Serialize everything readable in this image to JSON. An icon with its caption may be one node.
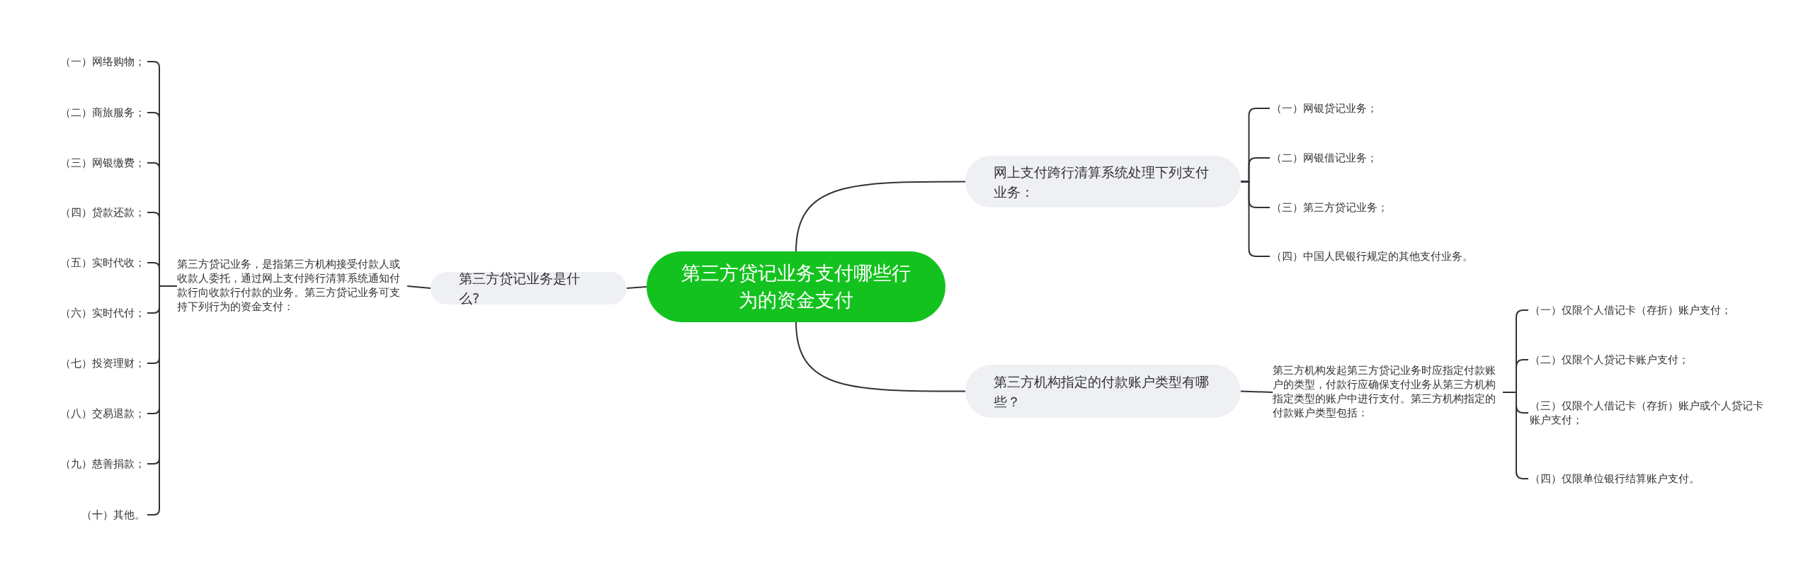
{
  "diagram": {
    "nodes": [
      {
        "text": [
          "第三方贷记业务支付哪些行为的资金支付"
        ]
      },
      {
        "text": [
          "第三方贷记业务是什么?"
        ]
      },
      {
        "text": [
          "第三方贷记业务，是指第三方机构接受付款人或收款人委托，通过网上支付跨行清算系统通知付款行向收款行付款的业务。第三方贷记业务可支持下列行为的资金支付："
        ]
      },
      {
        "text": [
          "（一）网络购物；"
        ]
      },
      {
        "text": [
          "（二）商旅服务；"
        ]
      },
      {
        "text": [
          "（三）网银缴费；"
        ]
      },
      {
        "text": [
          "（四）贷款还款；"
        ]
      },
      {
        "text": [
          "（五）实时代收；"
        ]
      },
      {
        "text": [
          "（六）实时代付；"
        ]
      },
      {
        "text": [
          "（七）投资理财；"
        ]
      },
      {
        "text": [
          "（八）交易退款；"
        ]
      },
      {
        "text": [
          "（九）慈善捐款；"
        ]
      },
      {
        "text": [
          "（十）其他。"
        ]
      },
      {
        "text": [
          "网上支付跨行清算系统处理下列支付业务："
        ]
      },
      {
        "text": [
          "（一）网银贷记业务；"
        ]
      },
      {
        "text": [
          "（二）网银借记业务；"
        ]
      },
      {
        "text": [
          "（三）第三方贷记业务；"
        ]
      },
      {
        "text": [
          "（四）中国人民银行规定的其他支付业务。"
        ]
      },
      {
        "text": [
          "第三方机构指定的付款账户类型有哪些？"
        ]
      },
      {
        "text": [
          "第三方机构发起第三方贷记业务时应指定付款账户的类型，付款行应确保支付业务从第三方机构指定类型的账户中进行支付。第三方机构指定的付款账户类型包括："
        ]
      },
      {
        "text": [
          "（一）仅限个人借记卡（存折）账户支付；"
        ]
      },
      {
        "text": [
          "（二）仅限个人贷记卡账户支付；"
        ]
      },
      {
        "text": [
          "（三）仅限个人借记卡（存折）账户或个人贷记卡账户支付；"
        ]
      },
      {
        "text": [
          "（四）仅限单位银行结算账户支付。"
        ]
      }
    ],
    "edges": [
      {
        "from": 0,
        "to": 1,
        "arrow": "none"
      },
      {
        "from": 1,
        "to": 2,
        "arrow": "none"
      },
      {
        "from": 2,
        "to": 3,
        "arrow": "none"
      },
      {
        "from": 2,
        "to": 4,
        "arrow": "none"
      },
      {
        "from": 2,
        "to": 5,
        "arrow": "none"
      },
      {
        "from": 2,
        "to": 6,
        "arrow": "none"
      },
      {
        "from": 2,
        "to": 7,
        "arrow": "none"
      },
      {
        "from": 2,
        "to": 8,
        "arrow": "none"
      },
      {
        "from": 2,
        "to": 9,
        "arrow": "none"
      },
      {
        "from": 2,
        "to": 10,
        "arrow": "none"
      },
      {
        "from": 2,
        "to": 11,
        "arrow": "none"
      },
      {
        "from": 2,
        "to": 12,
        "arrow": "none"
      },
      {
        "from": 0,
        "to": 13,
        "arrow": "none"
      },
      {
        "from": 13,
        "to": 14,
        "arrow": "none"
      },
      {
        "from": 13,
        "to": 15,
        "arrow": "none"
      },
      {
        "from": 13,
        "to": 16,
        "arrow": "none"
      },
      {
        "from": 13,
        "to": 17,
        "arrow": "none"
      },
      {
        "from": 0,
        "to": 18,
        "arrow": "none"
      },
      {
        "from": 18,
        "to": 19,
        "arrow": "none"
      },
      {
        "from": 19,
        "to": 20,
        "arrow": "none"
      },
      {
        "from": 19,
        "to": 21,
        "arrow": "none"
      },
      {
        "from": 19,
        "to": 22,
        "arrow": "none"
      },
      {
        "from": 19,
        "to": 23,
        "arrow": "none"
      }
    ]
  }
}
